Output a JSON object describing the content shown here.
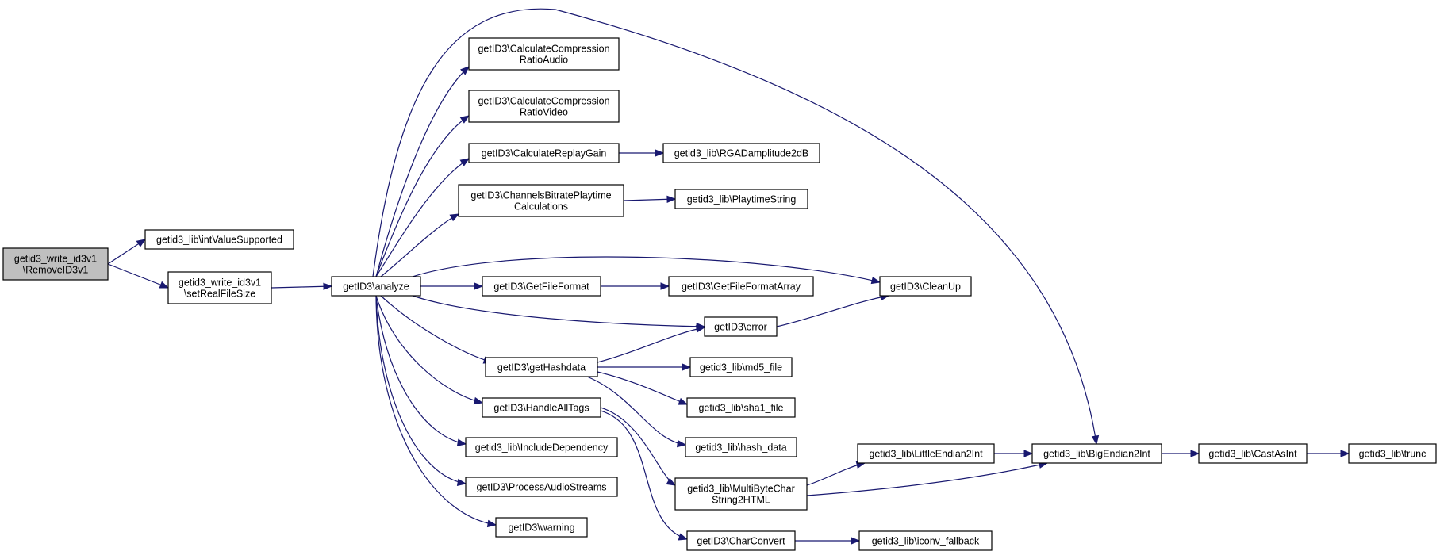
{
  "diagram": {
    "nodes": {
      "root": [
        "getid3_write_id3v1",
        "\\RemoveID3v1"
      ],
      "intValueSupported": [
        "getid3_lib\\intValueSupported"
      ],
      "setRealFileSize": [
        "getid3_write_id3v1",
        "\\setRealFileSize"
      ],
      "analyze": [
        "getID3\\analyze"
      ],
      "calcCompAudio": [
        "getID3\\CalculateCompression",
        "RatioAudio"
      ],
      "calcCompVideo": [
        "getID3\\CalculateCompression",
        "RatioVideo"
      ],
      "calcReplayGain": [
        "getID3\\CalculateReplayGain"
      ],
      "rgad": [
        "getid3_lib\\RGADamplitude2dB"
      ],
      "channelsBitrate": [
        "getID3\\ChannelsBitratePlaytime",
        "Calculations"
      ],
      "playtimeString": [
        "getid3_lib\\PlaytimeString"
      ],
      "getFileFormat": [
        "getID3\\GetFileFormat"
      ],
      "getFileFormatArray": [
        "getID3\\GetFileFormatArray"
      ],
      "cleanUp": [
        "getID3\\CleanUp"
      ],
      "error": [
        "getID3\\error"
      ],
      "getHashdata": [
        "getID3\\getHashdata"
      ],
      "md5File": [
        "getid3_lib\\md5_file"
      ],
      "sha1File": [
        "getid3_lib\\sha1_file"
      ],
      "hashData": [
        "getid3_lib\\hash_data"
      ],
      "handleAllTags": [
        "getID3\\HandleAllTags"
      ],
      "includeDependency": [
        "getid3_lib\\IncludeDependency"
      ],
      "processAudioStreams": [
        "getID3\\ProcessAudioStreams"
      ],
      "warning": [
        "getID3\\warning"
      ],
      "multiByteChar": [
        "getid3_lib\\MultiByteChar",
        "String2HTML"
      ],
      "charConvert": [
        "getID3\\CharConvert"
      ],
      "iconvFallback": [
        "getid3_lib\\iconv_fallback"
      ],
      "littleEndian2Int": [
        "getid3_lib\\LittleEndian2Int"
      ],
      "bigEndian2Int": [
        "getid3_lib\\BigEndian2Int"
      ],
      "castAsInt": [
        "getid3_lib\\CastAsInt"
      ],
      "trunc": [
        "getid3_lib\\trunc"
      ]
    },
    "root_node": "root",
    "edges": [
      [
        "root",
        "intValueSupported"
      ],
      [
        "root",
        "setRealFileSize"
      ],
      [
        "setRealFileSize",
        "analyze"
      ],
      [
        "analyze",
        "calcCompAudio"
      ],
      [
        "analyze",
        "calcCompVideo"
      ],
      [
        "analyze",
        "calcReplayGain"
      ],
      [
        "analyze",
        "channelsBitrate"
      ],
      [
        "analyze",
        "cleanUp"
      ],
      [
        "analyze",
        "getFileFormat"
      ],
      [
        "analyze",
        "error"
      ],
      [
        "analyze",
        "getHashdata"
      ],
      [
        "analyze",
        "handleAllTags"
      ],
      [
        "analyze",
        "includeDependency"
      ],
      [
        "analyze",
        "processAudioStreams"
      ],
      [
        "analyze",
        "warning"
      ],
      [
        "analyze",
        "bigEndian2Int"
      ],
      [
        "calcReplayGain",
        "rgad"
      ],
      [
        "channelsBitrate",
        "playtimeString"
      ],
      [
        "getFileFormat",
        "getFileFormatArray"
      ],
      [
        "error",
        "cleanUp"
      ],
      [
        "getHashdata",
        "error"
      ],
      [
        "getHashdata",
        "md5File"
      ],
      [
        "getHashdata",
        "sha1File"
      ],
      [
        "getHashdata",
        "hashData"
      ],
      [
        "handleAllTags",
        "multiByteChar"
      ],
      [
        "handleAllTags",
        "charConvert"
      ],
      [
        "multiByteChar",
        "littleEndian2Int"
      ],
      [
        "multiByteChar",
        "bigEndian2Int"
      ],
      [
        "littleEndian2Int",
        "bigEndian2Int"
      ],
      [
        "bigEndian2Int",
        "castAsInt"
      ],
      [
        "castAsInt",
        "trunc"
      ],
      [
        "charConvert",
        "iconvFallback"
      ]
    ],
    "colors": {
      "edge": "#191970",
      "node_border": "#000000",
      "root_fill": "#bfbfbf",
      "node_fill": "#ffffff"
    }
  }
}
